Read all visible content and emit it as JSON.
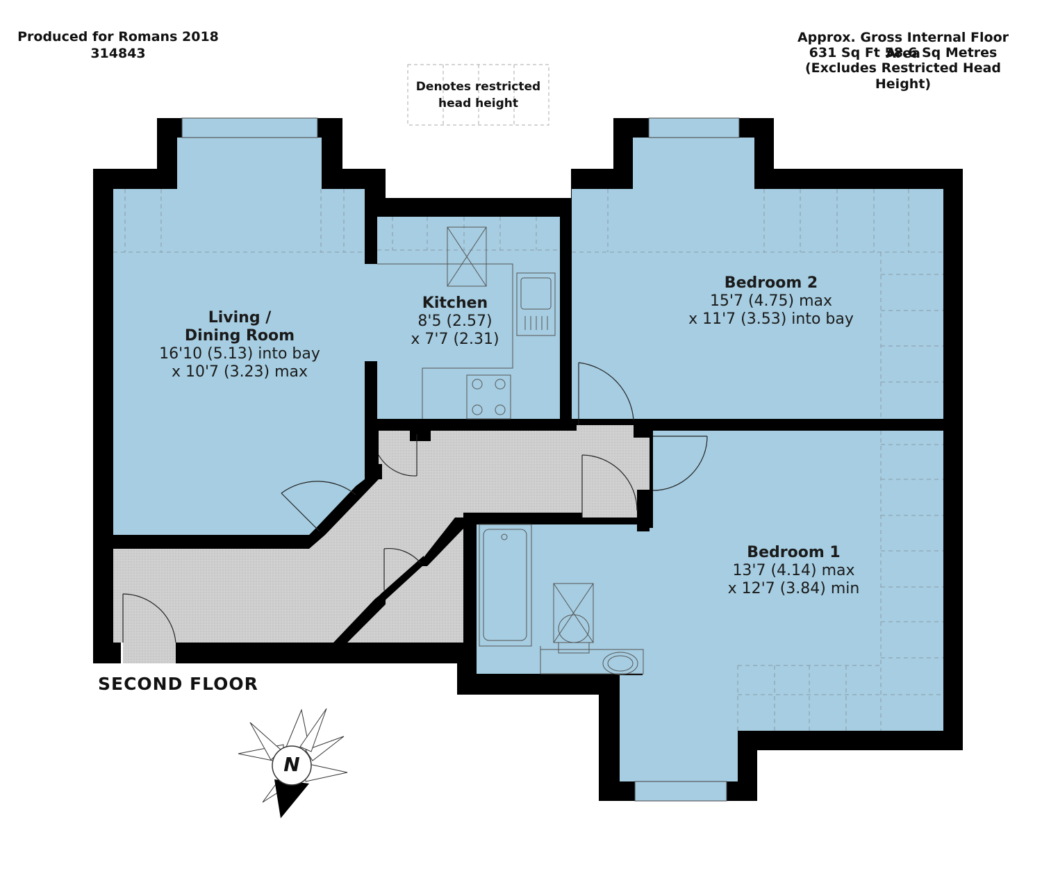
{
  "header": {
    "producer_line": "Produced for Romans 2018",
    "ref_number": "314843",
    "area_line1": "Approx. Gross Internal Floor Area",
    "area_line2": "631 Sq Ft 58.6  Sq Metres",
    "area_line3": "(Excludes Restricted Head Height)"
  },
  "legend": {
    "line1": "Denotes restricted",
    "line2": "head height"
  },
  "floor_label": "SECOND FLOOR",
  "compass": {
    "north_label": "N"
  },
  "rooms": {
    "living": {
      "name1": "Living /",
      "name2": "Dining Room",
      "dim1": "16'10 (5.13) into bay",
      "dim2": "x 10'7 (3.23) max"
    },
    "kitchen": {
      "name": "Kitchen",
      "dim1": "8'5 (2.57)",
      "dim2": "x 7'7 (2.31)"
    },
    "bedroom2": {
      "name": "Bedroom 2",
      "dim1": "15'7 (4.75) max",
      "dim2": "x 11'7 (3.53) into bay"
    },
    "bedroom1": {
      "name": "Bedroom 1",
      "dim1": "13'7 (4.14) max",
      "dim2": "x 12'7 (3.84) min"
    }
  },
  "colors": {
    "room_fill": "#a6cde1",
    "hall_fill": "#d3d3d3",
    "wall": "#000000",
    "dashed_line": "#8a9aa6"
  }
}
